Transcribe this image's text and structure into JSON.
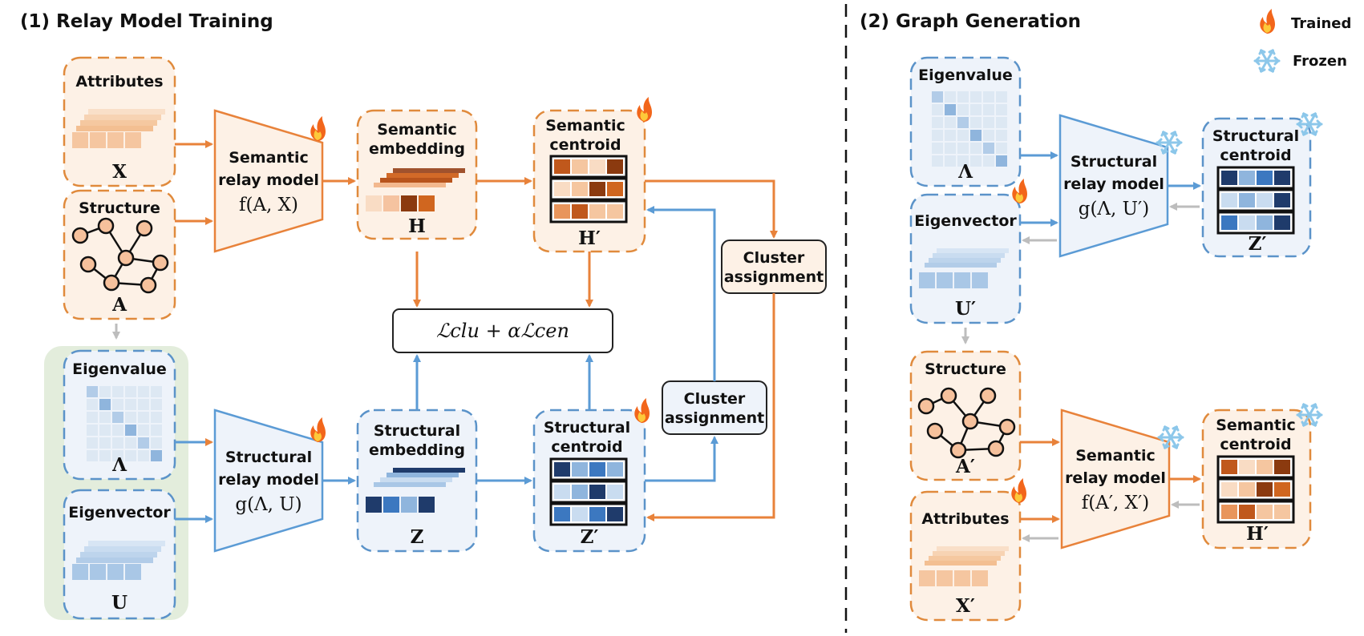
{
  "sections": {
    "training": "(1) Relay Model Training",
    "generation": "(2) Graph Generation"
  },
  "legend": {
    "trained": "Trained",
    "frozen": "Frozen",
    "trained_icon": "fire-icon",
    "frozen_icon": "snowflake-icon"
  },
  "colors": {
    "orange": "#e8823a",
    "blue": "#5b9bd5",
    "green_panel": "#e3eddc",
    "gray_arrow": "#bdbdbd"
  },
  "training": {
    "attributes": {
      "title": "Attributes",
      "var": "X"
    },
    "structure": {
      "title": "Structure",
      "var": "A"
    },
    "eigenvalue": {
      "title": "Eigenvalue",
      "var": "Λ"
    },
    "eigenvector": {
      "title": "Eigenvector",
      "var": "U"
    },
    "semantic_model": {
      "line1": "Semantic",
      "line2": "relay model",
      "fn": "f(A, X)"
    },
    "structural_model": {
      "line1": "Structural",
      "line2": "relay model",
      "fn": "g(Λ, U)"
    },
    "semantic_embedding": {
      "line1": "Semantic",
      "line2": "embedding",
      "var": "H"
    },
    "structural_embedding": {
      "line1": "Structural",
      "line2": "embedding",
      "var": "Z"
    },
    "semantic_centroid": {
      "line1": "Semantic",
      "line2": "centroid",
      "var": "H′"
    },
    "structural_centroid": {
      "line1": "Structural",
      "line2": "centroid",
      "var": "Z′"
    },
    "loss": "ℒclu + αℒcen",
    "cluster_top": {
      "line1": "Cluster",
      "line2": "assignment"
    },
    "cluster_bottom": {
      "line1": "Cluster",
      "line2": "assignment"
    }
  },
  "generation": {
    "eigenvalue": {
      "title": "Eigenvalue",
      "var": "Λ"
    },
    "eigenvector": {
      "title": "Eigenvector",
      "var": "U′"
    },
    "structure": {
      "title": "Structure",
      "var": "A′"
    },
    "attributes": {
      "title": "Attributes",
      "var": "X′"
    },
    "structural_model": {
      "line1": "Structural",
      "line2": "relay model",
      "fn": "g(Λ, U′)"
    },
    "semantic_model": {
      "line1": "Semantic",
      "line2": "relay model",
      "fn": "f(A′, X′)"
    },
    "structural_centroid": {
      "line1": "Structural",
      "line2": "centroid",
      "var": "Z′"
    },
    "semantic_centroid": {
      "line1": "Semantic",
      "line2": "centroid",
      "var": "H′"
    }
  }
}
